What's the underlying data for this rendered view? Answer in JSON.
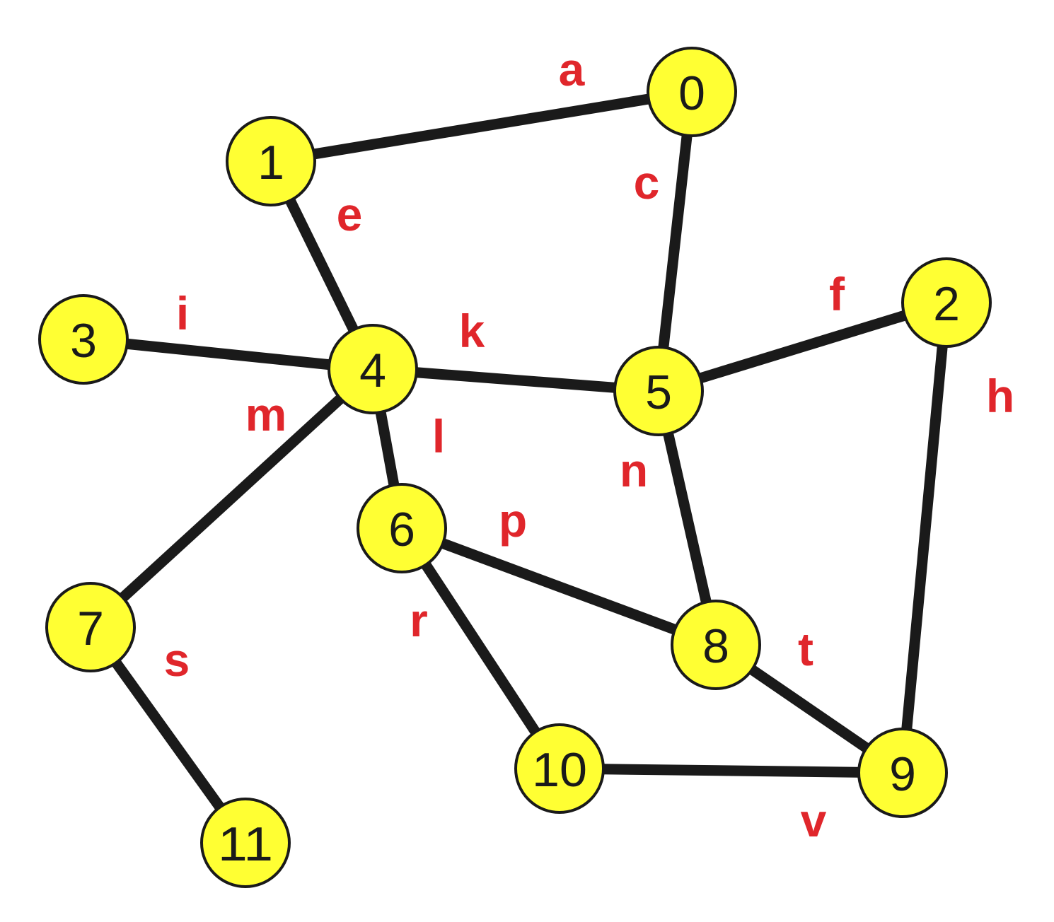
{
  "graph": {
    "nodes": [
      {
        "id": "0",
        "label": "0"
      },
      {
        "id": "1",
        "label": "1"
      },
      {
        "id": "2",
        "label": "2"
      },
      {
        "id": "3",
        "label": "3"
      },
      {
        "id": "4",
        "label": "4"
      },
      {
        "id": "5",
        "label": "5"
      },
      {
        "id": "6",
        "label": "6"
      },
      {
        "id": "7",
        "label": "7"
      },
      {
        "id": "8",
        "label": "8"
      },
      {
        "id": "9",
        "label": "9"
      },
      {
        "id": "10",
        "label": "10"
      },
      {
        "id": "11",
        "label": "11"
      }
    ],
    "edges": [
      {
        "id": "a",
        "label": "a",
        "from": "1",
        "to": "0"
      },
      {
        "id": "c",
        "label": "c",
        "from": "0",
        "to": "5"
      },
      {
        "id": "e",
        "label": "e",
        "from": "1",
        "to": "4"
      },
      {
        "id": "f",
        "label": "f",
        "from": "5",
        "to": "2"
      },
      {
        "id": "h",
        "label": "h",
        "from": "2",
        "to": "9"
      },
      {
        "id": "i",
        "label": "i",
        "from": "3",
        "to": "4"
      },
      {
        "id": "k",
        "label": "k",
        "from": "4",
        "to": "5"
      },
      {
        "id": "l",
        "label": "l",
        "from": "4",
        "to": "6"
      },
      {
        "id": "m",
        "label": "m",
        "from": "4",
        "to": "7"
      },
      {
        "id": "n",
        "label": "n",
        "from": "5",
        "to": "8"
      },
      {
        "id": "p",
        "label": "p",
        "from": "6",
        "to": "8"
      },
      {
        "id": "r",
        "label": "r",
        "from": "6",
        "to": "10"
      },
      {
        "id": "s",
        "label": "s",
        "from": "7",
        "to": "11"
      },
      {
        "id": "t",
        "label": "t",
        "from": "8",
        "to": "9"
      },
      {
        "id": "v",
        "label": "v",
        "from": "10",
        "to": "9"
      }
    ]
  },
  "colors": {
    "node_fill": "#ffff33",
    "node_stroke": "#1a1a1a",
    "edge_stroke": "#1a1a1a",
    "edge_label": "#e0262b",
    "node_label": "#1a1a1a"
  }
}
